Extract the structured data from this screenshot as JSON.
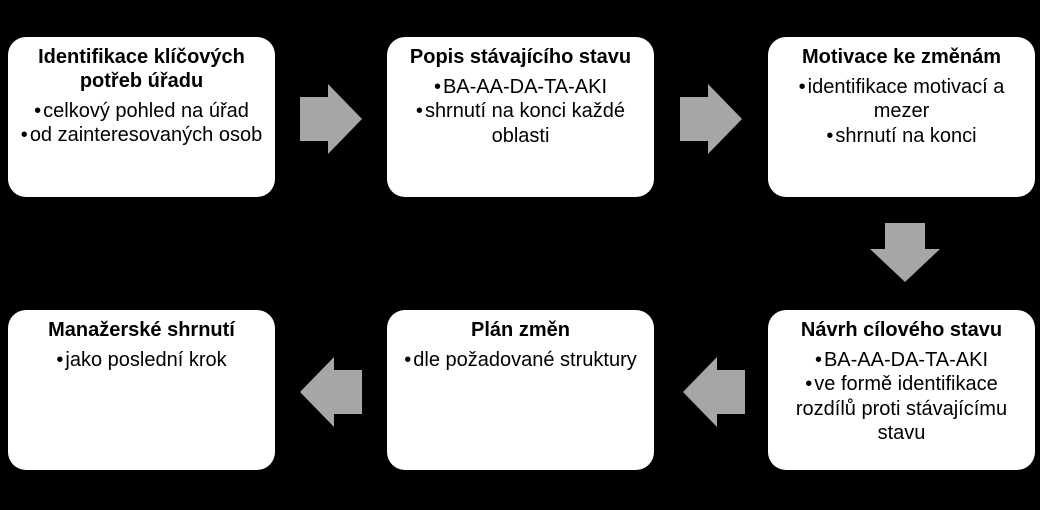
{
  "ui": {
    "bullet_char": "•"
  },
  "colors": {
    "background": "#000000",
    "box_fill": "#FFFFFF",
    "box_text": "#000000",
    "arrow_fill": "#A6A6A6",
    "edge_line": "#FFFFFF"
  },
  "diagram": {
    "type": "process-flow",
    "flow_order": [
      "step-1",
      "step-2",
      "step-3",
      "step-4",
      "step-5",
      "step-6"
    ],
    "boxes": [
      {
        "id": "step-1",
        "title": "Identifikace klíčových potřeb úřadu",
        "bullets": [
          "celkový pohled na úřad",
          "od zainteresovaných osob"
        ]
      },
      {
        "id": "step-2",
        "title": "Popis stávajícího stavu",
        "bullets": [
          "BA-AA-DA-TA-AKI",
          "shrnutí na konci každé oblasti"
        ]
      },
      {
        "id": "step-3",
        "title": "Motivace ke změnám",
        "bullets": [
          "identifikace motivací a mezer",
          "shrnutí na konci"
        ]
      },
      {
        "id": "step-4",
        "title": "Návrh cílového stavu",
        "bullets": [
          "BA-AA-DA-TA-AKI",
          "ve formě identifikace rozdílů proti stávajícímu stavu"
        ]
      },
      {
        "id": "step-5",
        "title": "Plán změn",
        "bullets": [
          "dle požadované struktury"
        ]
      },
      {
        "id": "step-6",
        "title": "Manažerské shrnutí",
        "bullets": [
          "jako poslední krok"
        ]
      }
    ],
    "connectors": [
      {
        "from": "step-1",
        "to": "step-2",
        "direction": "right"
      },
      {
        "from": "step-2",
        "to": "step-3",
        "direction": "right"
      },
      {
        "from": "step-3",
        "to": "step-4",
        "direction": "down"
      },
      {
        "from": "step-4",
        "to": "step-5",
        "direction": "left"
      },
      {
        "from": "step-5",
        "to": "step-6",
        "direction": "left"
      }
    ]
  }
}
